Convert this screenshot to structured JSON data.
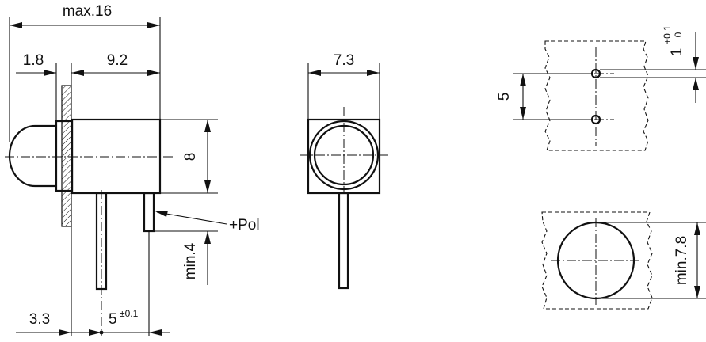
{
  "dimensions": {
    "overall_length": "max.16",
    "flange_thickness": "1.8",
    "body_length": "9.2",
    "front_width": "7.3",
    "body_height": "8",
    "lead_spacing": "5",
    "lead_spacing_tol": "±0.1",
    "lead_offset": "3.3",
    "lead_min_length": "min.4",
    "polarity_label": "+Pol",
    "hole_spacing": "5",
    "hole_diameter": "1",
    "hole_tol_upper": "+0.1",
    "hole_tol_lower": "0",
    "cutout_diameter": "min.7.8"
  },
  "colors": {
    "line": "#111111",
    "background": "#ffffff"
  }
}
